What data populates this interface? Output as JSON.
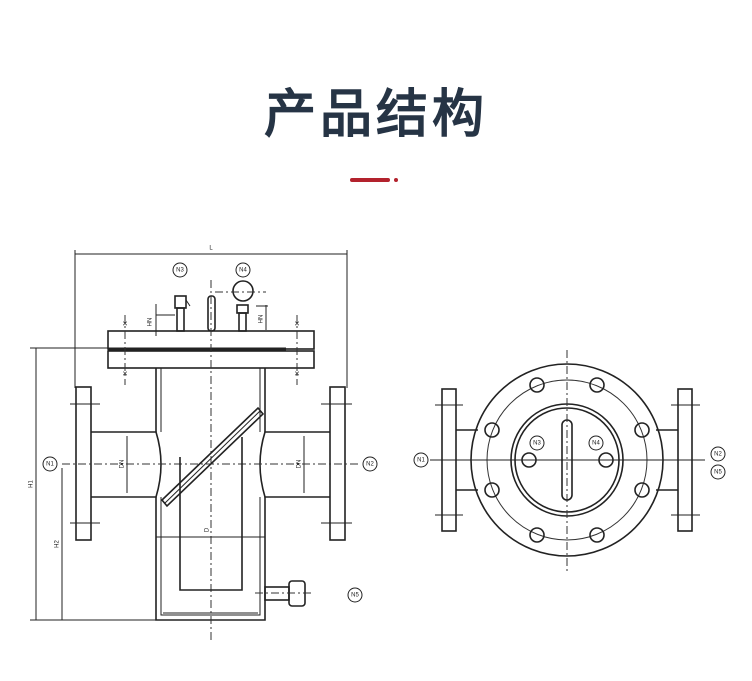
{
  "header": {
    "title": "产品结构"
  },
  "accent_color": "#b3222d",
  "title_color": "#263445",
  "diagram": {
    "front_view": {
      "dim_length": "L",
      "dim_h1": "H1",
      "dim_h2": "H2",
      "dim_dn_left": "DN",
      "dim_dn_right": "DN",
      "dim_d": "D",
      "dim_hn_left": "HN",
      "dim_hn_right": "HN",
      "nozzles": [
        "N1",
        "N2",
        "N3",
        "N4",
        "N5"
      ]
    },
    "side_view": {
      "nozzles": [
        "N1",
        "N2",
        "N3",
        "N4",
        "N5"
      ]
    }
  }
}
